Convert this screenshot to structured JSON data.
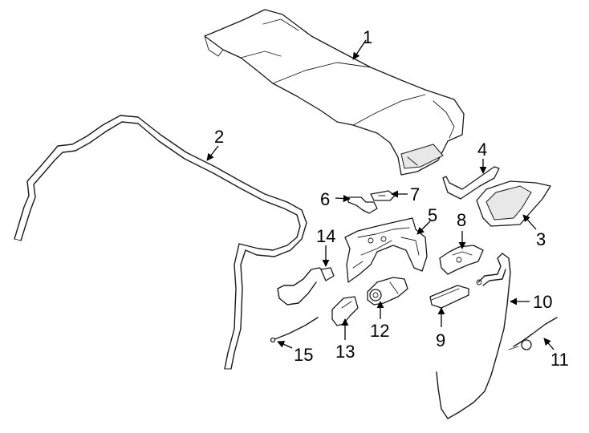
{
  "callouts": {
    "c1": "1",
    "c2": "2",
    "c3": "3",
    "c4": "4",
    "c5": "5",
    "c6": "6",
    "c7": "7",
    "c8": "8",
    "c9": "9",
    "c10": "10",
    "c11": "11",
    "c12": "12",
    "c13": "13",
    "c14": "14",
    "c15": "15"
  },
  "colors": {
    "line": "#1a1a1a",
    "background": "#ffffff"
  }
}
